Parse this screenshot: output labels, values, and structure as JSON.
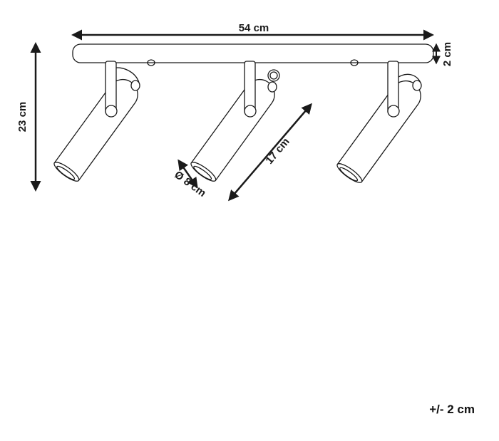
{
  "dimensions": {
    "width": "54 cm",
    "bar_height": "2 cm",
    "total_height": "23 cm",
    "shade_length": "17 cm",
    "shade_diameter": "Ø 8 cm"
  },
  "tolerance": "+/- 2 cm",
  "colors": {
    "line": "#1a1a1a",
    "background": "#ffffff"
  }
}
